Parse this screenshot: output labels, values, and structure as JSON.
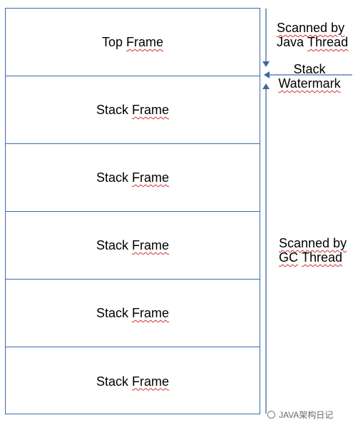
{
  "frames": [
    {
      "first": "Top",
      "second": "Frame"
    },
    {
      "first": "Stack",
      "second": "Frame"
    },
    {
      "first": "Stack",
      "second": "Frame"
    },
    {
      "first": "Stack",
      "second": "Frame"
    },
    {
      "first": "Stack",
      "second": "Frame"
    },
    {
      "first": "Stack",
      "second": "Frame"
    }
  ],
  "annotations": {
    "scanned_java_line1": "Scanned by",
    "scanned_java_line2a": "Java",
    "scanned_java_line2b": "Thread",
    "watermark_line1": "Stack",
    "watermark_line2": "Watermark",
    "scanned_gc_line1": "Scanned by",
    "scanned_gc_line2a": "GC",
    "scanned_gc_line2b": "Thread"
  },
  "credit": "JAVA架构日记",
  "colors": {
    "border": "#3d6aa6",
    "arrow": "#3d6aa6",
    "spellcheck": "#d22f2f"
  }
}
